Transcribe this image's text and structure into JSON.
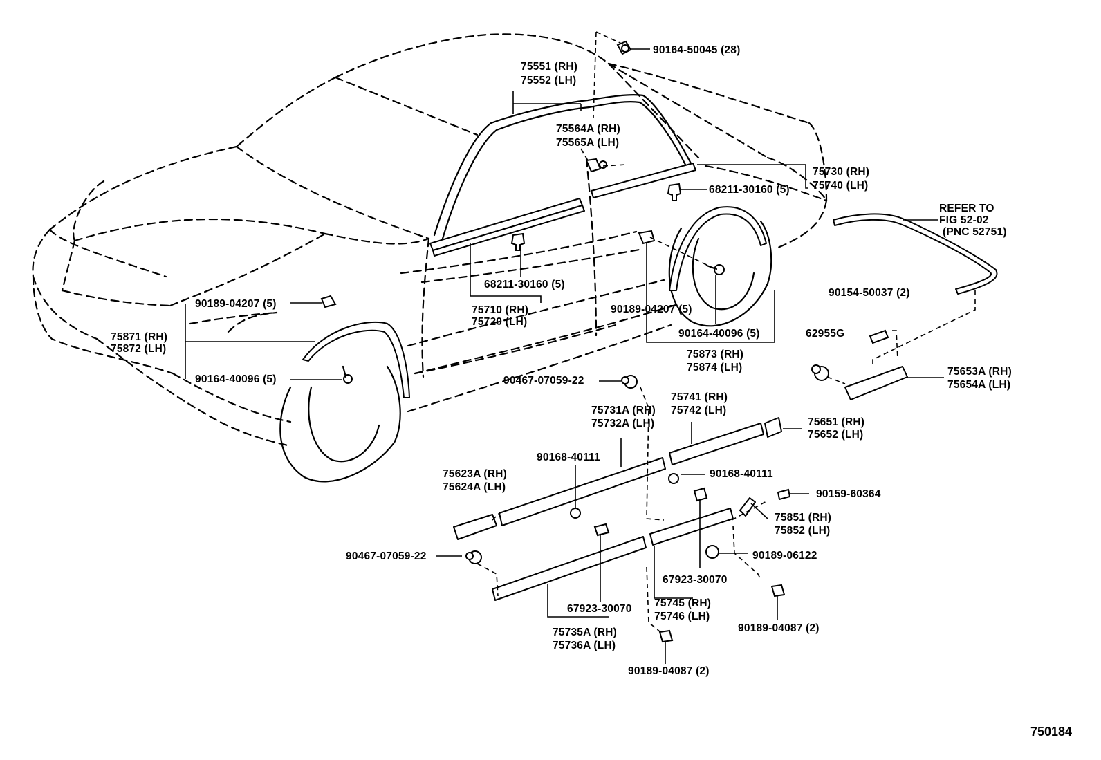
{
  "figure_number": "750184",
  "refer": {
    "line1": "REFER TO",
    "line2": "FIG 52-02",
    "line3": "(PNC 52751)"
  },
  "labels": {
    "bolt_top": "90164-50045 (28)",
    "molding_roof_rh": "75551 (RH)",
    "molding_roof_lh": "75552 (LH)",
    "molding_pillar_rh": "75564A (RH)",
    "molding_pillar_lh": "75565A (LH)",
    "belt_rear_rh": "75730 (RH)",
    "belt_rear_lh": "75740 (LH)",
    "clip_rear_door": "68211-30160 (5)",
    "clip_front_door": "68211-30160 (5)",
    "belt_front_rh": "75710 (RH)",
    "belt_front_lh": "75720 (LH)",
    "clip_front_arch": "90189-04207 (5)",
    "front_arch_rh": "75871 (RH)",
    "front_arch_lh": "75872 (LH)",
    "screw_front_arch": "90164-40096 (5)",
    "clip_rear_arch": "90189-04207 (5)",
    "screw_rear_arch": "90164-40096 (5)",
    "rear_arch_rh": "75873 (RH)",
    "rear_arch_lh": "75874 (LH)",
    "screw_rear_panel": "90154-50037 (2)",
    "grommet": "62955G",
    "rear_panel_rh": "75653A (RH)",
    "rear_panel_lh": "75654A (LH)",
    "rivet_upper": "90467-07059-22",
    "side_rear_rh": "75741 (RH)",
    "side_rear_lh": "75742 (LH)",
    "side_front_rh": "75731A (RH)",
    "side_front_lh": "75732A (LH)",
    "end_cap_rh": "75651 (RH)",
    "end_cap_lh": "75652 (LH)",
    "nut_front": "90168-40111",
    "nut_rear": "90168-40111",
    "front_cap_rh": "75623A (RH)",
    "front_cap_lh": "75624A (LH)",
    "screw_rocker_end": "90159-60364",
    "bracket_rh": "75851 (RH)",
    "bracket_lh": "75852 (LH)",
    "rivet_lower": "90467-07059-22",
    "clip_rocker_end": "90189-06122",
    "clip_rocker_rear": "67923-30070",
    "rocker_rear_rh": "75745 (RH)",
    "rocker_rear_lh": "75746 (LH)",
    "clip_rocker_front": "67923-30070",
    "rocker_front_rh": "75735A (RH)",
    "rocker_front_lh": "75736A (LH)",
    "clip_bottom_right": "90189-04087 (2)",
    "clip_bottom_center": "90189-04087 (2)"
  }
}
